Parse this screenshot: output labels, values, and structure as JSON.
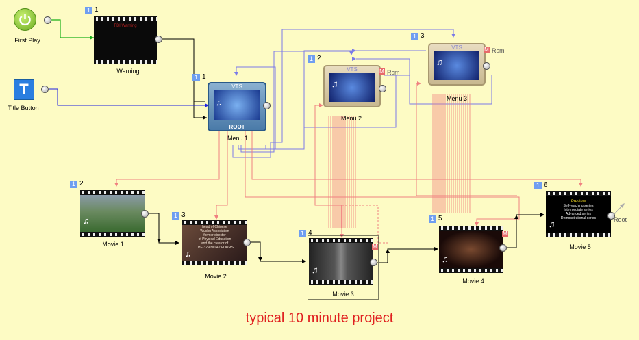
{
  "first_play": {
    "label": "First Play"
  },
  "title_button": {
    "label": "Title Button"
  },
  "warning": {
    "badge": "1",
    "num": "1",
    "label": "Warning",
    "screen_title": "FBI Warning"
  },
  "root_menu": {
    "badge": "1",
    "num": "1",
    "label": "Menu 1",
    "top": "VTS",
    "bottom": "ROOT"
  },
  "menu2": {
    "badge": "1",
    "num": "2",
    "label": "Menu 2",
    "top": "VTS",
    "rsm": "Rsm",
    "m": "M"
  },
  "menu3": {
    "badge": "1",
    "num": "3",
    "label": "Menu 3",
    "top": "VTS",
    "rsm": "Rsm",
    "m": "M"
  },
  "movie1": {
    "badge": "1",
    "num": "2",
    "label": "Movie 1"
  },
  "movie2": {
    "badge": "1",
    "num": "3",
    "label": "Movie 2",
    "lines": [
      "head of Chinese",
      "Wushu Association",
      "former director",
      "of Physical Education",
      "and the creator of",
      "THE 32 AND 42 FORMS"
    ]
  },
  "movie3": {
    "badge": "1",
    "num": "4",
    "label": "Movie 3",
    "m": "M"
  },
  "movie4": {
    "badge": "1",
    "num": "5",
    "label": "Movie 4",
    "m": "M"
  },
  "movie5": {
    "badge": "1",
    "num": "6",
    "label": "Movie 5",
    "preview": "Preview",
    "lines": [
      "Self-teaching series",
      "Intermediate series",
      "Advanced series",
      "Demonstrational series"
    ],
    "root": "Root"
  },
  "caption": "typical 10 minute project",
  "colors": {
    "background": "#fdfbc4",
    "nav_blue": "#4040e0",
    "link_green": "#18b018",
    "link_black": "#000000",
    "menu_pink": "#f08080",
    "caption_red": "#e02020"
  }
}
